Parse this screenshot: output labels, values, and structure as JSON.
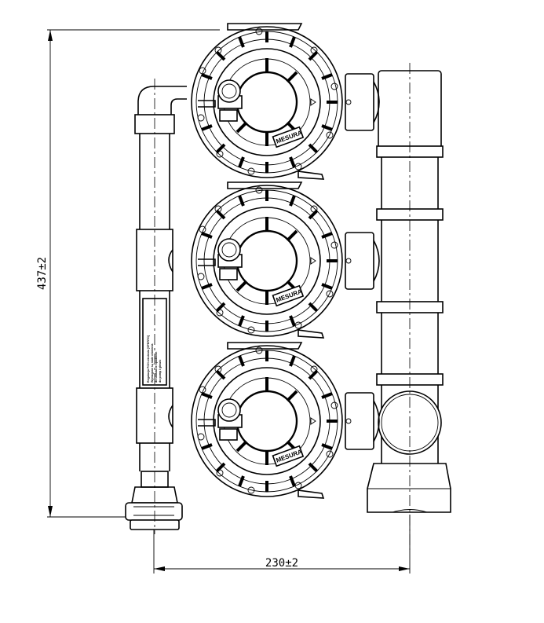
{
  "dimensions": {
    "height_label": "437±2",
    "width_label": "230±2"
  },
  "valves": [
    {
      "brand": "MESURA"
    },
    {
      "brand": "MESURA"
    },
    {
      "brand": "MESURA"
    }
  ],
  "pipe_label": {
    "lines": [
      "Regulacja PCH ciśnienia [SPERTO]",
      "Wymagane są stałe ciśnienia",
      "do układu ze spadkiem",
      "do pomp i głowic"
    ]
  }
}
